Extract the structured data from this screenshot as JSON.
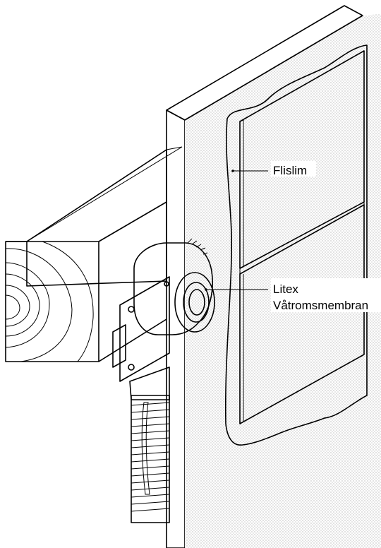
{
  "labels": {
    "tile_adhesive": "Flislim",
    "membrane_line1": "Litex",
    "membrane_line2": "Våtromsmembran"
  }
}
